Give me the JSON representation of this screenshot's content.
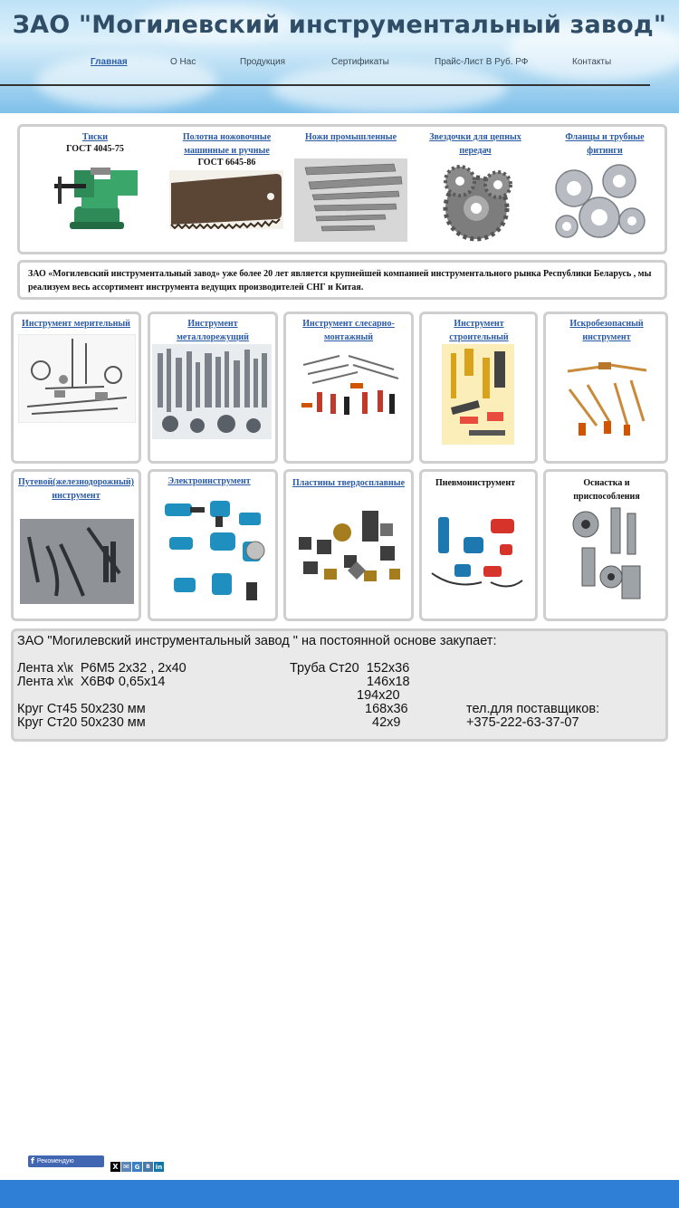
{
  "header": {
    "title": "ЗАО \"Могилевский инструментальный завод\"",
    "nav": [
      {
        "label": "Главная",
        "active": true
      },
      {
        "label": "О Нас"
      },
      {
        "label": "Продукция"
      },
      {
        "label": "Сертификаты"
      },
      {
        "label": "Прайс-Лист В Руб. РФ"
      },
      {
        "label": "Контакты"
      }
    ]
  },
  "featured": [
    {
      "title": "Тиски",
      "subtitle": "ГОСТ 4045-75",
      "icon": "vise-image"
    },
    {
      "title": "Полотна ножовочные машинные и ручные",
      "subtitle": "ГОСТ 6645-86",
      "icon": "saw-blade-image"
    },
    {
      "title": "Ножи промышленные",
      "icon": "industrial-knives-image"
    },
    {
      "title": "Звездочки для цепных передач",
      "icon": "sprockets-image"
    },
    {
      "title": "Фланцы и трубные фитинги",
      "icon": "flanges-image"
    }
  ],
  "intro": "ЗАО «Могилевский инструментальный завод» уже более 20 лет является крупнейшей компанией инструментального рынка Республики Беларусь , мы реализуем весь ассортимент инструмента ведущих производителей СНГ и Китая.",
  "categories_row1": [
    {
      "title": "Инструмент мерительный"
    },
    {
      "title": "Инструмент металлорежущий"
    },
    {
      "title": "Инструмент слесарно-монтажный"
    },
    {
      "title": "Инструмент строительный"
    },
    {
      "title": "Искробезопасный инструмент"
    }
  ],
  "categories_row2": [
    {
      "title": "Путевой(железнодорожный) инструмент"
    },
    {
      "title": "Электроинструмент"
    },
    {
      "title": "Пластины твердосплавные"
    },
    {
      "title": "Пневмоинструмент"
    },
    {
      "title": "Оснастка и приспособления"
    }
  ],
  "purchase": {
    "heading": "ЗАО \"Могилевский инструментальный завод \" на постоянной основе закупает:",
    "left_lines": [
      "Лента х\\к  Р6М5 2х32 , 2х40",
      "Лента х\\к  Х6ВФ 0,65х14",
      "",
      "Круг Ст45 50х230 мм",
      "Круг Ст20 50х230 мм"
    ],
    "pipe_title": "Труба Ст20  152х36",
    "pipe_sizes": [
      "146х18",
      "194х20",
      "168х36",
      "42х9"
    ],
    "phone_label": "тел.для поставщиков:",
    "phone": "+375-222-63-37-07"
  },
  "social": {
    "facebook_label": "Рекомендую",
    "share_icons": [
      "x-icon",
      "mail-icon",
      "google-icon",
      "vk-icon",
      "linkedin-icon"
    ]
  },
  "colors": {
    "link": "#2a5aa5",
    "footer": "#2f7fd6",
    "border": "#cfcfcf"
  }
}
